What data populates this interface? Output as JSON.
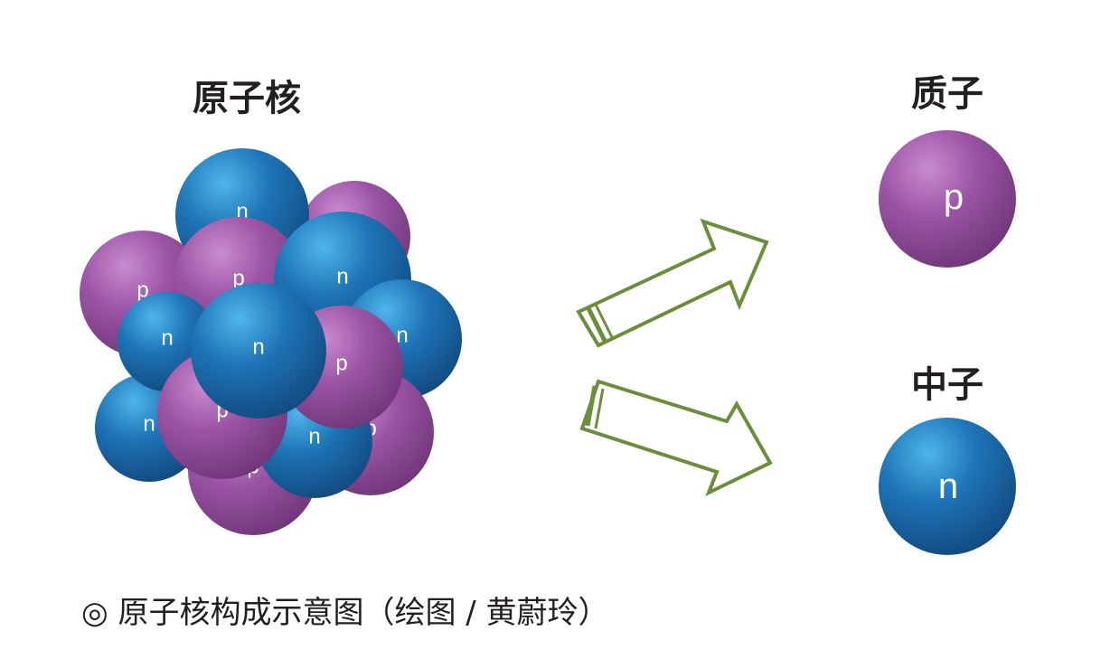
{
  "titles": {
    "nucleus": "原子核",
    "proton": "质子",
    "neutron": "中子"
  },
  "particle_letters": {
    "proton": "p",
    "neutron": "n"
  },
  "nucleus_particles": [
    "p",
    "n",
    "p",
    "p",
    "n",
    "n",
    "n",
    "n",
    "p",
    "p",
    "n",
    "p",
    "p",
    "n"
  ],
  "caption": "◎ 原子核构成示意图（绘图 / 黄蔚玲）",
  "colors": {
    "proton": "#9b54a5",
    "neutron": "#1e74b6",
    "arrow_stroke": "#6b8e3a",
    "text": "#231f20"
  }
}
